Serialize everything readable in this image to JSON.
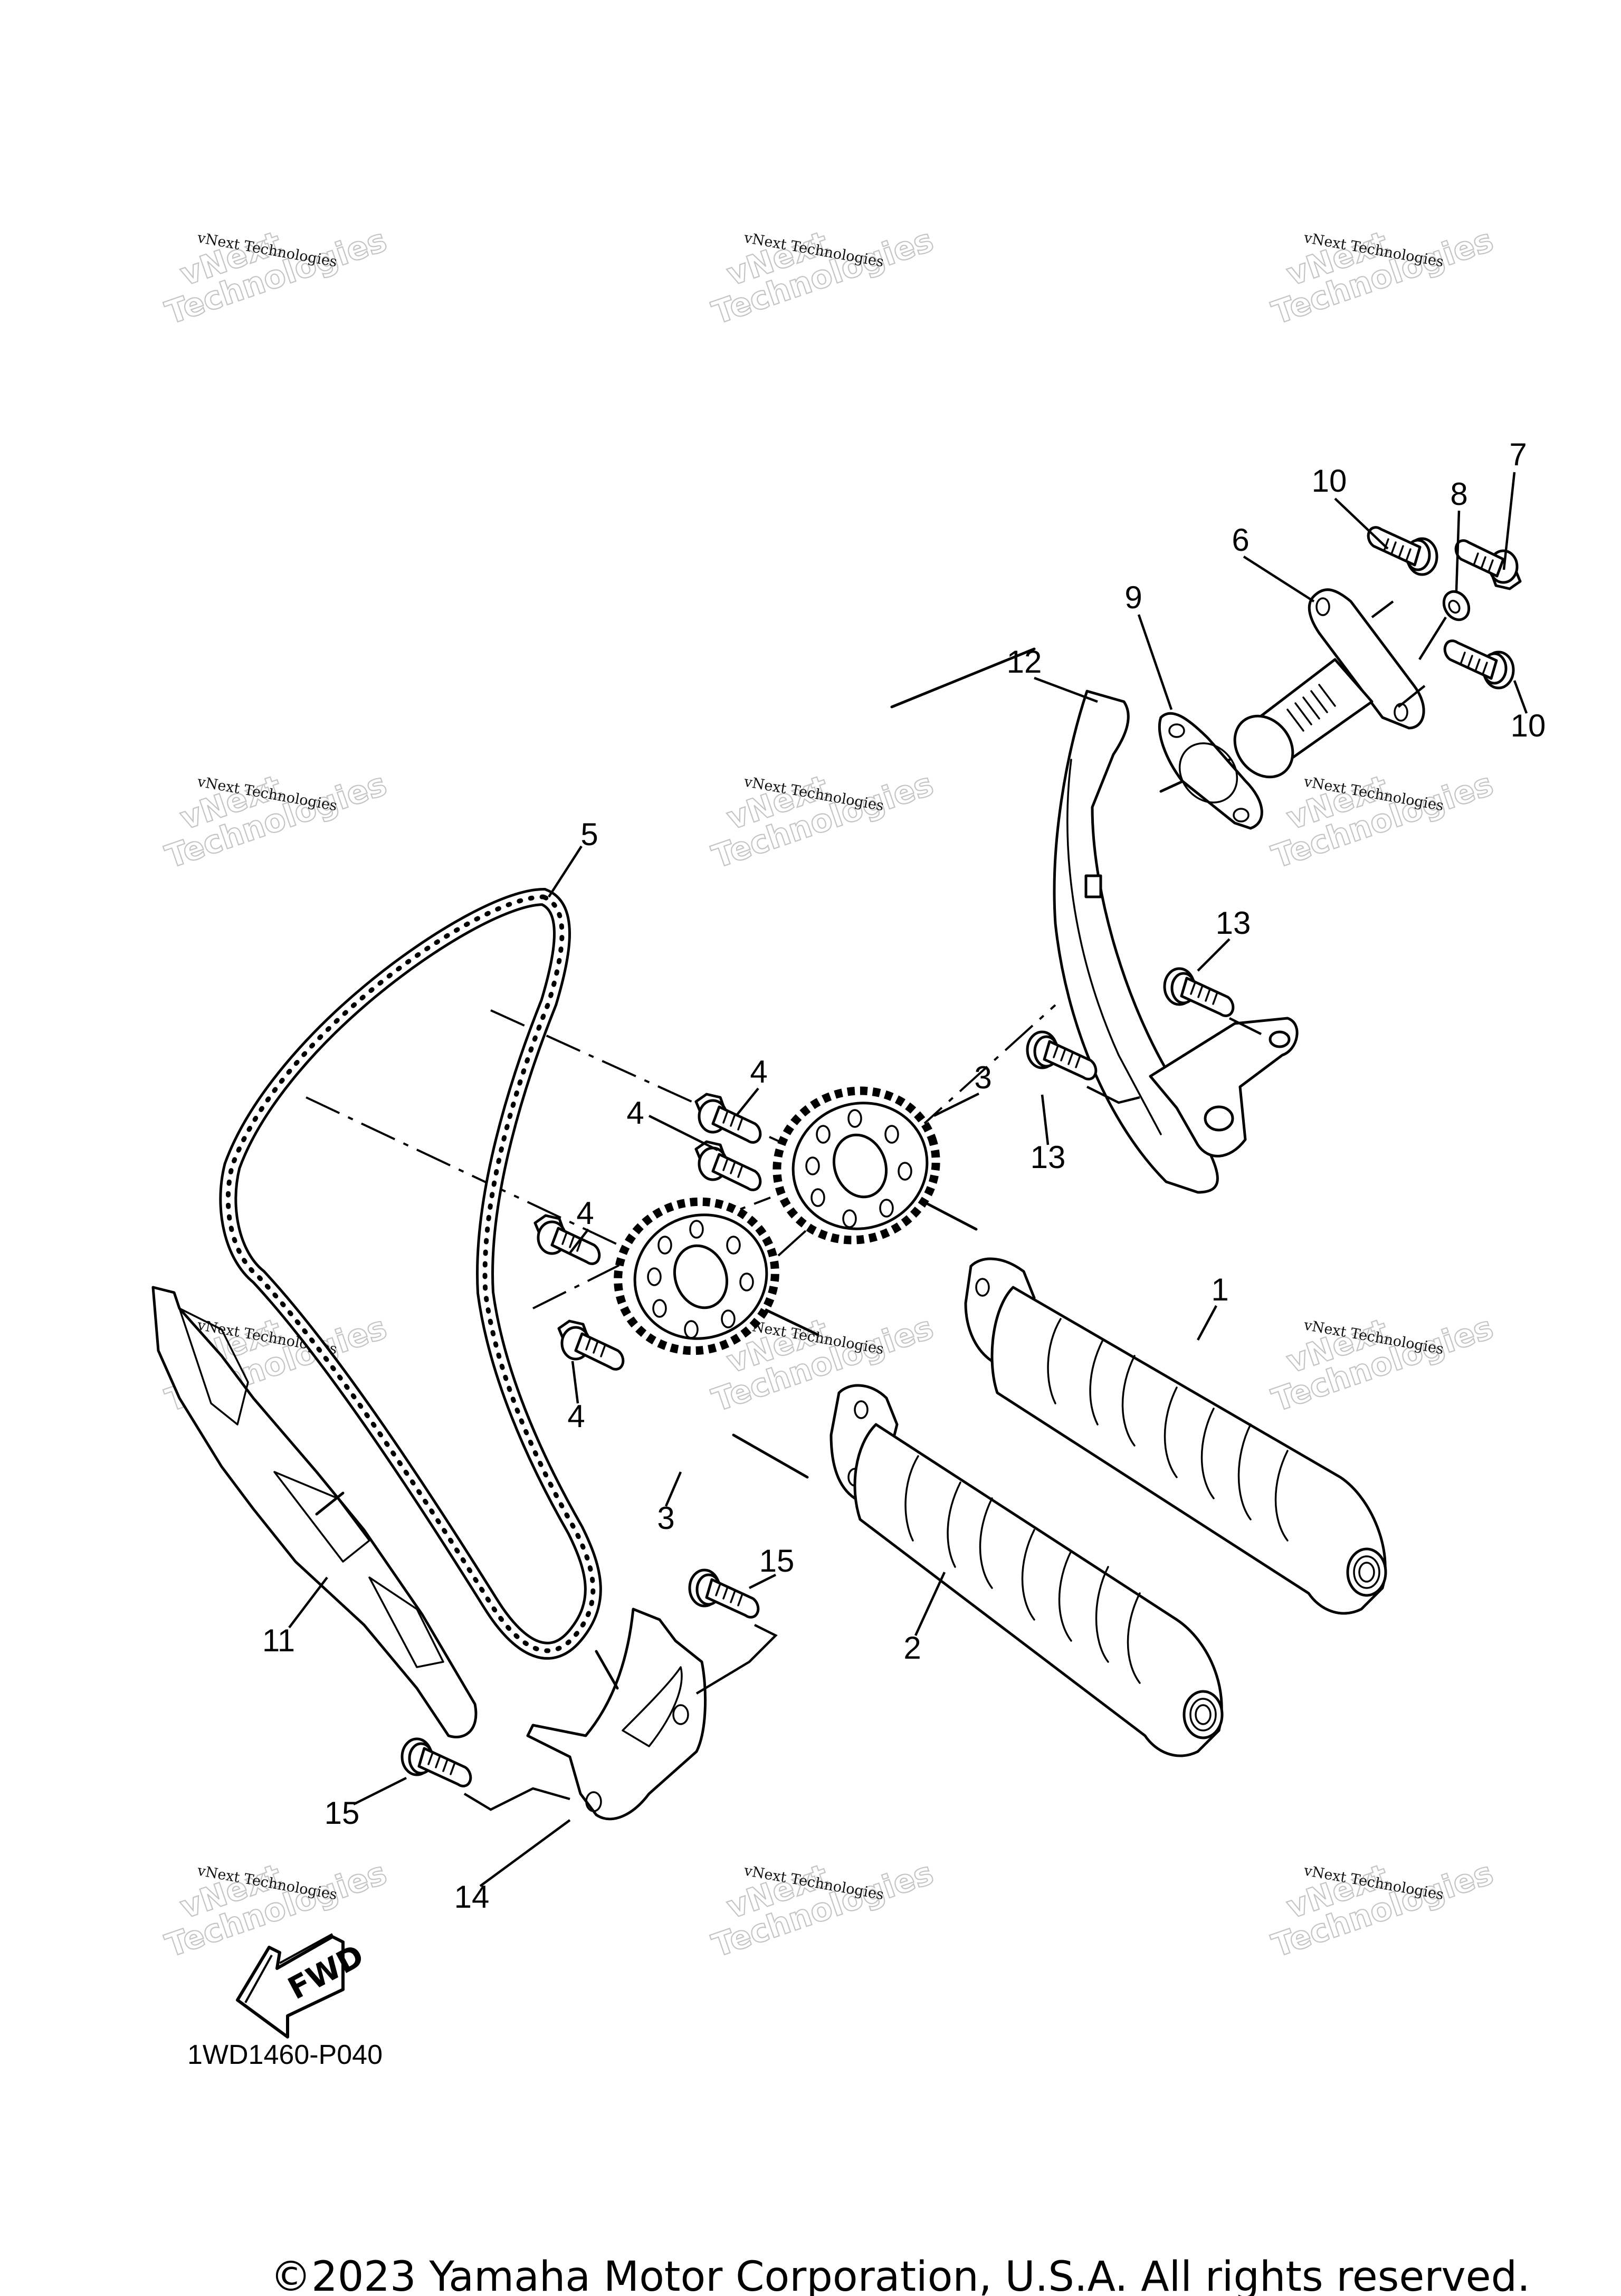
{
  "diagram": {
    "part_number": "1WD1460-P040",
    "copyright": "©2023 Yamaha Motor Corporation, U.S.A. All rights reserved.",
    "fwd_label": "FWD",
    "watermark": {
      "small_text": "vNext Technologies",
      "big_line1": "vNext",
      "big_line2": "Technologies"
    },
    "callouts": [
      {
        "label": "1",
        "part": "camshaft-1"
      },
      {
        "label": "2",
        "part": "camshaft-2"
      },
      {
        "label": "3",
        "part": "cam-sprocket-upper"
      },
      {
        "label": "3",
        "part": "cam-sprocket-lower"
      },
      {
        "label": "4",
        "part": "sprocket-bolt-a"
      },
      {
        "label": "4",
        "part": "sprocket-bolt-b"
      },
      {
        "label": "4",
        "part": "sprocket-bolt-c"
      },
      {
        "label": "4",
        "part": "sprocket-bolt-d"
      },
      {
        "label": "5",
        "part": "timing-chain"
      },
      {
        "label": "6",
        "part": "chain-tensioner"
      },
      {
        "label": "7",
        "part": "tensioner-cap-bolt"
      },
      {
        "label": "8",
        "part": "gasket-washer"
      },
      {
        "label": "9",
        "part": "tensioner-gasket"
      },
      {
        "label": "10",
        "part": "tensioner-bolt-upper"
      },
      {
        "label": "10",
        "part": "tensioner-bolt-lower"
      },
      {
        "label": "11",
        "part": "chain-guide-intake"
      },
      {
        "label": "12",
        "part": "chain-guide-exhaust"
      },
      {
        "label": "13",
        "part": "guide-bolt-upper"
      },
      {
        "label": "13",
        "part": "guide-bolt-lower"
      },
      {
        "label": "14",
        "part": "chain-guide-stopper"
      },
      {
        "label": "15",
        "part": "stopper-bolt-upper"
      },
      {
        "label": "15",
        "part": "stopper-bolt-lower"
      }
    ]
  }
}
